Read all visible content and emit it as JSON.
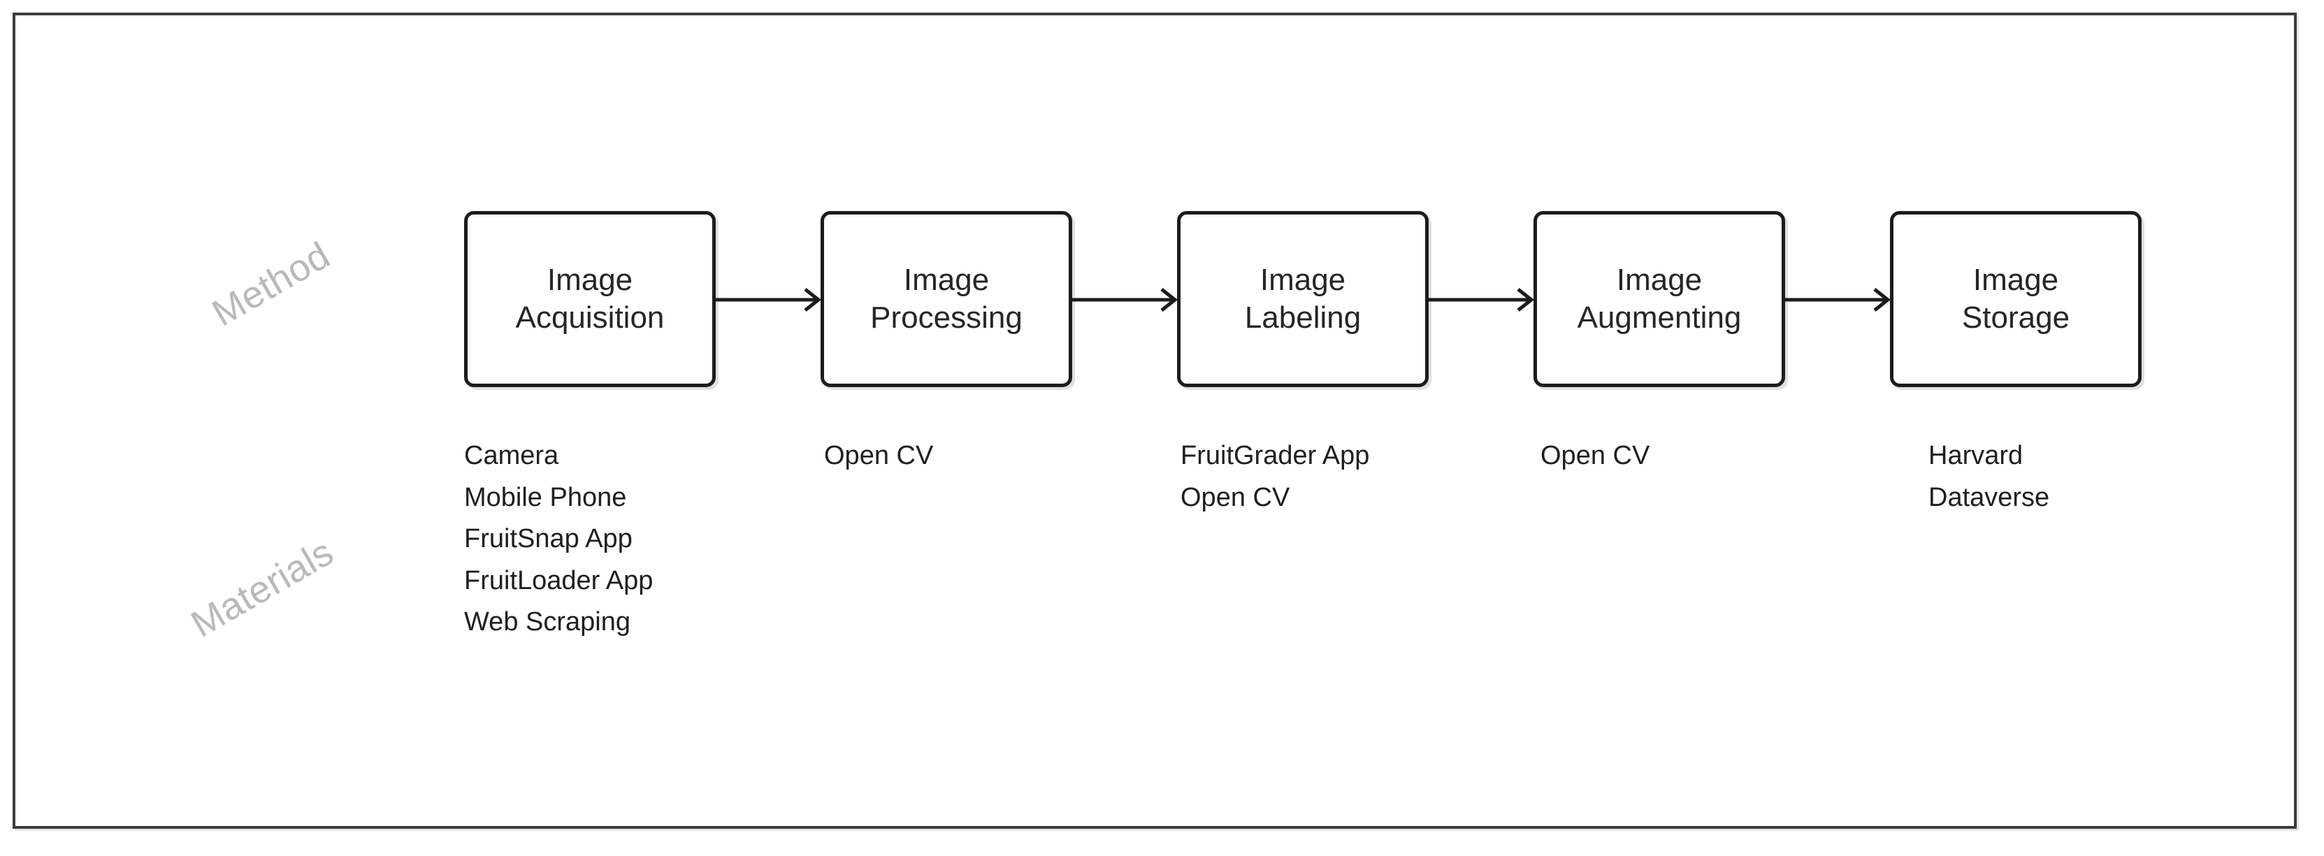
{
  "diagram": {
    "row_labels": {
      "method": "Method",
      "materials": "Materials"
    },
    "label_color": "#b9b9b9",
    "box_border_color": "#1c1c1c",
    "text_color": "#262626",
    "frame_color": "#3d3d3d",
    "stages": [
      {
        "id": "image-acquisition",
        "line1": "Image",
        "line2": "Acquisition",
        "materials": [
          "Camera",
          "Mobile Phone",
          "FruitSnap App",
          "FruitLoader App",
          "Web Scraping"
        ]
      },
      {
        "id": "image-processing",
        "line1": "Image",
        "line2": "Processing",
        "materials": [
          "Open CV"
        ]
      },
      {
        "id": "image-labeling",
        "line1": "Image",
        "line2": "Labeling",
        "materials": [
          "FruitGrader App",
          "Open CV"
        ]
      },
      {
        "id": "image-augmenting",
        "line1": "Image",
        "line2": "Augmenting",
        "materials": [
          "Open CV"
        ]
      },
      {
        "id": "image-storage",
        "line1": "Image",
        "line2": "Storage",
        "materials": [
          "Harvard",
          "Dataverse"
        ]
      }
    ],
    "connectors": [
      {
        "id": "arrow-1",
        "from": "image-acquisition",
        "to": "image-processing",
        "icon": "arrow-right-icon"
      },
      {
        "id": "arrow-2",
        "from": "image-processing",
        "to": "image-labeling",
        "icon": "arrow-right-icon"
      },
      {
        "id": "arrow-3",
        "from": "image-labeling",
        "to": "image-augmenting",
        "icon": "arrow-right-icon"
      },
      {
        "id": "arrow-4",
        "from": "image-augmenting",
        "to": "image-storage",
        "icon": "arrow-right-icon"
      }
    ]
  }
}
